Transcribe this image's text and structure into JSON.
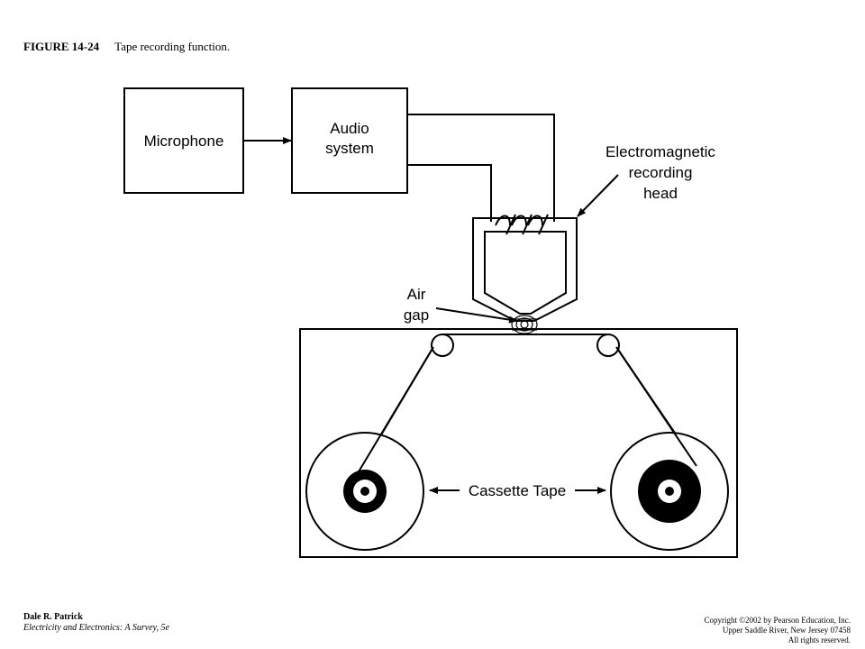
{
  "caption": {
    "figure_number": "FIGURE 14-24",
    "title": "Tape recording function."
  },
  "diagram": {
    "microphone_label": "Microphone",
    "audio_label_line1": "Audio",
    "audio_label_line2": "system",
    "head_label_line1": "Electromagnetic",
    "head_label_line2": "recording",
    "head_label_line3": "head",
    "airgap_label_line1": "Air",
    "airgap_label_line2": "gap",
    "tape_label": "Cassette Tape"
  },
  "footer": {
    "author": "Dale R. Patrick",
    "book": "Electricity and Electronics: A Survey, 5e",
    "copyright_line1": "Copyright ©2002 by Pearson Education, Inc.",
    "copyright_line2": "Upper Saddle River, New Jersey 07458",
    "copyright_line3": "All rights reserved."
  }
}
